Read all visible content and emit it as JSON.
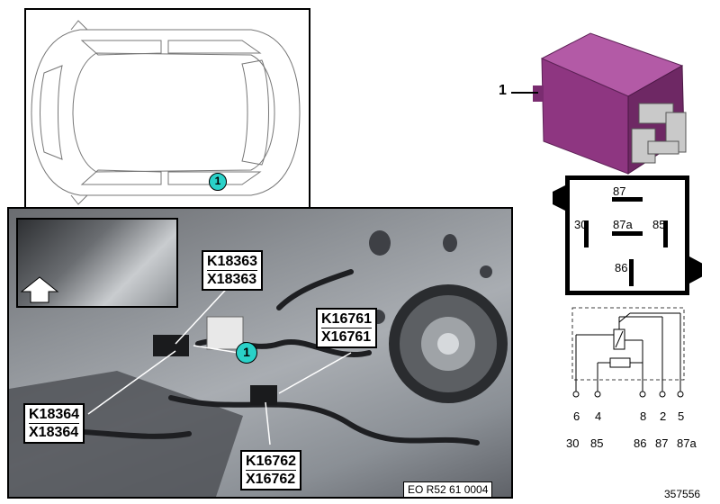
{
  "part_callout": {
    "number": "1"
  },
  "inset_callout": "1",
  "photo_callout": "1",
  "labels": {
    "k18363": "K18363",
    "x18363": "X18363",
    "k16761": "K16761",
    "x16761": "X16761",
    "k18364": "K18364",
    "x18364": "X18364",
    "k16762": "K16762",
    "x16762": "X16762"
  },
  "eo_reference": "EO R52 61 0004",
  "document_number": "357556",
  "relay_pinout": {
    "pin_top": "87",
    "pin_left": "30",
    "pin_center": "87a",
    "pin_right": "85",
    "pin_bottom": "86"
  },
  "schematic": {
    "terminal_numbers": [
      "6",
      "4",
      "8",
      "2",
      "5"
    ],
    "pin_names": [
      "30",
      "85",
      "86",
      "87",
      "87a"
    ]
  },
  "colors": {
    "callout": "#2ad1c8",
    "relay_body": "#9a3f8c"
  }
}
